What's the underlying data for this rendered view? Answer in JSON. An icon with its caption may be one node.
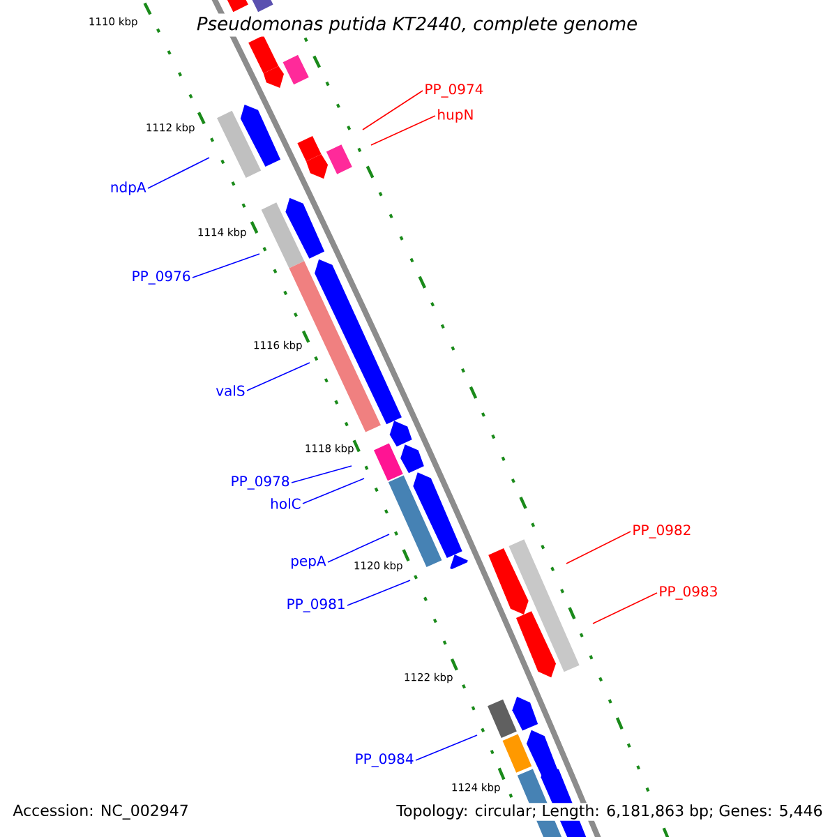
{
  "diagram": {
    "title": "Pseudomonas putida KT2440, complete genome",
    "nodes": [
      {
        "text": [
          "PP_0974"
        ]
      },
      {
        "text": [
          "hupN"
        ]
      },
      {
        "text": [
          "ndpA"
        ]
      },
      {
        "text": [
          "PP_0976"
        ]
      },
      {
        "text": [
          "valS"
        ]
      },
      {
        "text": [
          "PP_0978"
        ]
      },
      {
        "text": [
          "holC"
        ]
      },
      {
        "text": [
          "pepA"
        ]
      },
      {
        "text": [
          "PP_0981"
        ]
      },
      {
        "text": [
          "PP_0982"
        ]
      },
      {
        "text": [
          "PP_0983"
        ]
      },
      {
        "text": [
          "PP_0984"
        ]
      }
    ],
    "edges": [
      {
        "from": 0,
        "to": null,
        "arrow": "none",
        "color": "#ff0000"
      },
      {
        "from": 1,
        "to": null,
        "arrow": "none",
        "color": "#ff0000"
      },
      {
        "from": 2,
        "to": null,
        "arrow": "none"
      },
      {
        "from": 3,
        "to": null,
        "arrow": "none"
      },
      {
        "from": 4,
        "to": null,
        "arrow": "none"
      },
      {
        "from": 5,
        "to": null,
        "arrow": "none"
      },
      {
        "from": 6,
        "to": null,
        "arrow": "none"
      },
      {
        "from": 7,
        "to": null,
        "arrow": "none"
      },
      {
        "from": 8,
        "to": null,
        "arrow": "none"
      },
      {
        "from": 9,
        "to": null,
        "arrow": "none",
        "color": "#ff0000"
      },
      {
        "from": 10,
        "to": null,
        "arrow": "none",
        "color": "#ff0000"
      },
      {
        "from": 11,
        "to": null,
        "arrow": "none"
      }
    ],
    "labels": [
      "1110 kbp",
      "1112 kbp",
      "1114 kbp",
      "1116 kbp",
      "1118 kbp",
      "1120 kbp",
      "1122 kbp",
      "1124 kbp",
      "Accession: NC_002947",
      "Topology: circular; Length: 6,181,863 bp; Genes: 5,446"
    ]
  }
}
